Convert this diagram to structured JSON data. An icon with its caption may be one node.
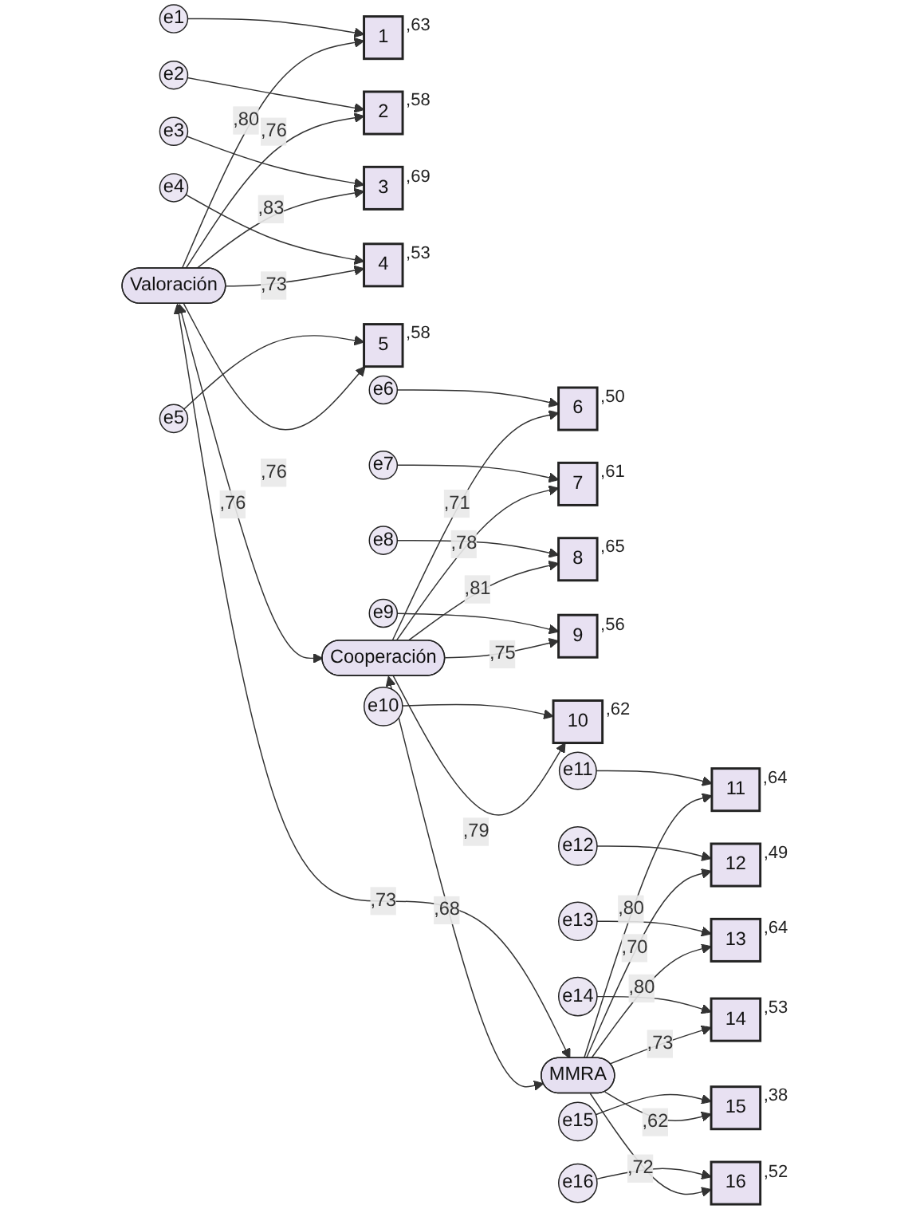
{
  "diagram": {
    "nodes": [
      {
        "text": [
          "e1"
        ]
      },
      {
        "text": [
          "1"
        ],
        "beside": [
          ",63"
        ]
      },
      {
        "text": [
          "e2"
        ]
      },
      {
        "text": [
          "2"
        ],
        "beside": [
          ",58"
        ]
      },
      {
        "text": [
          "e3"
        ]
      },
      {
        "text": [
          "3"
        ],
        "beside": [
          ",69"
        ]
      },
      {
        "text": [
          "e4"
        ]
      },
      {
        "text": [
          "4"
        ],
        "beside": [
          ",53"
        ]
      },
      {
        "text": [
          "e5"
        ]
      },
      {
        "text": [
          "5"
        ],
        "beside": [
          ",58"
        ]
      },
      {
        "text": [
          "e6"
        ]
      },
      {
        "text": [
          "6"
        ],
        "beside": [
          ",50"
        ]
      },
      {
        "text": [
          "e7"
        ]
      },
      {
        "text": [
          "7"
        ],
        "beside": [
          ",61"
        ]
      },
      {
        "text": [
          "e8"
        ]
      },
      {
        "text": [
          "8"
        ],
        "beside": [
          ",65"
        ]
      },
      {
        "text": [
          "e9"
        ]
      },
      {
        "text": [
          "9"
        ],
        "beside": [
          ",56"
        ]
      },
      {
        "text": [
          "e10"
        ]
      },
      {
        "text": [
          "10"
        ],
        "beside": [
          ",62"
        ]
      },
      {
        "text": [
          "e11"
        ]
      },
      {
        "text": [
          "11"
        ],
        "beside": [
          ",64"
        ]
      },
      {
        "text": [
          "e12"
        ]
      },
      {
        "text": [
          "12"
        ],
        "beside": [
          ",49"
        ]
      },
      {
        "text": [
          "e13"
        ]
      },
      {
        "text": [
          "13"
        ],
        "beside": [
          ",64"
        ]
      },
      {
        "text": [
          "e14"
        ]
      },
      {
        "text": [
          "14"
        ],
        "beside": [
          ",53"
        ]
      },
      {
        "text": [
          "e15"
        ]
      },
      {
        "text": [
          "15"
        ],
        "beside": [
          ",38"
        ]
      },
      {
        "text": [
          "e16"
        ]
      },
      {
        "text": [
          "16"
        ],
        "beside": [
          ",52"
        ]
      },
      {
        "text": [
          "Valoración"
        ]
      },
      {
        "text": [
          "Cooperación"
        ]
      },
      {
        "text": [
          "MMRA"
        ]
      }
    ],
    "edges": [
      {
        "from": 0,
        "to": 1,
        "arrow": "to"
      },
      {
        "from": 2,
        "to": 3,
        "arrow": "to"
      },
      {
        "from": 4,
        "to": 5,
        "arrow": "to"
      },
      {
        "from": 6,
        "to": 7,
        "arrow": "to"
      },
      {
        "from": 8,
        "to": 9,
        "arrow": "to"
      },
      {
        "from": 10,
        "to": 11,
        "arrow": "to"
      },
      {
        "from": 12,
        "to": 13,
        "arrow": "to"
      },
      {
        "from": 14,
        "to": 15,
        "arrow": "to"
      },
      {
        "from": 16,
        "to": 17,
        "arrow": "to"
      },
      {
        "from": 18,
        "to": 19,
        "arrow": "to"
      },
      {
        "from": 20,
        "to": 21,
        "arrow": "to"
      },
      {
        "from": 22,
        "to": 23,
        "arrow": "to"
      },
      {
        "from": 24,
        "to": 25,
        "arrow": "to"
      },
      {
        "from": 26,
        "to": 27,
        "arrow": "to"
      },
      {
        "from": 28,
        "to": 29,
        "arrow": "to"
      },
      {
        "from": 30,
        "to": 31,
        "arrow": "to"
      },
      {
        "from": 32,
        "to": 1,
        "arrow": "to",
        "label": ",80"
      },
      {
        "from": 32,
        "to": 3,
        "arrow": "to",
        "label": ",76"
      },
      {
        "from": 32,
        "to": 5,
        "arrow": "to",
        "label": ",83"
      },
      {
        "from": 32,
        "to": 7,
        "arrow": "to",
        "label": ",73"
      },
      {
        "from": 32,
        "to": 9,
        "arrow": "to",
        "label": ",76"
      },
      {
        "from": 33,
        "to": 11,
        "arrow": "to",
        "label": ",71"
      },
      {
        "from": 33,
        "to": 13,
        "arrow": "to",
        "label": ",78"
      },
      {
        "from": 33,
        "to": 15,
        "arrow": "to",
        "label": ",81"
      },
      {
        "from": 33,
        "to": 17,
        "arrow": "to",
        "label": ",75"
      },
      {
        "from": 33,
        "to": 19,
        "arrow": "to",
        "label": ",79"
      },
      {
        "from": 34,
        "to": 21,
        "arrow": "to",
        "label": ",80"
      },
      {
        "from": 34,
        "to": 23,
        "arrow": "to",
        "label": ",70"
      },
      {
        "from": 34,
        "to": 25,
        "arrow": "to",
        "label": ",80"
      },
      {
        "from": 34,
        "to": 27,
        "arrow": "to",
        "label": ",73"
      },
      {
        "from": 34,
        "to": 29,
        "arrow": "to",
        "label": ",62"
      },
      {
        "from": 34,
        "to": 31,
        "arrow": "to",
        "label": ",72"
      },
      {
        "from": 32,
        "to": 33,
        "arrow": "both",
        "label": ",76"
      },
      {
        "from": 32,
        "to": 34,
        "arrow": "both",
        "label": ",73"
      },
      {
        "from": 33,
        "to": 34,
        "arrow": "both",
        "label": ",68"
      }
    ]
  }
}
